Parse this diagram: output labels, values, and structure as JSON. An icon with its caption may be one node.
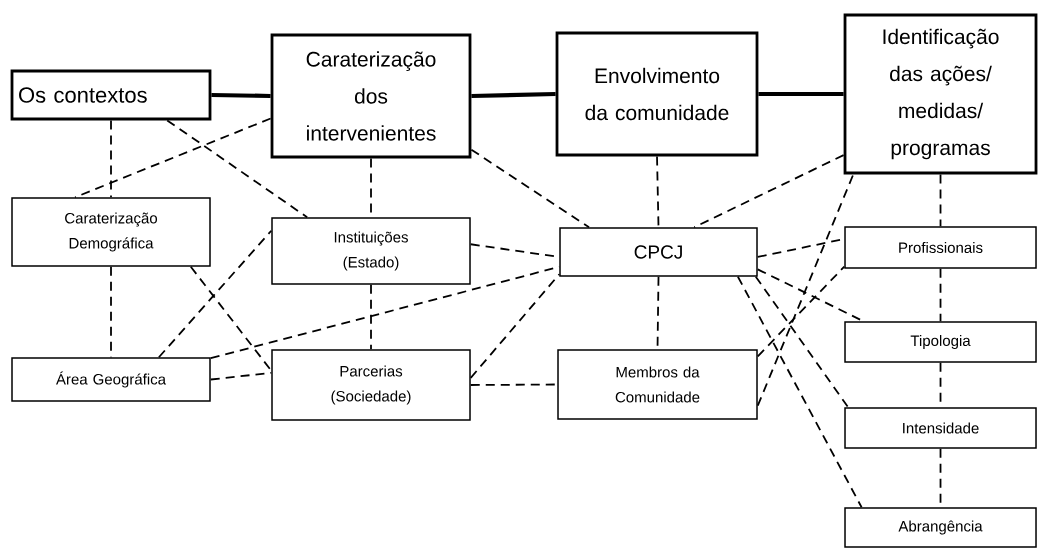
{
  "diagram": {
    "nodes": [
      {
        "text": [
          "Os contextos"
        ]
      },
      {
        "text": [
          "Caraterização dos intervenientes"
        ]
      },
      {
        "text": [
          "Envolvimento da comunidade"
        ]
      },
      {
        "text": [
          "Identificação das ações/ medidas/ programas"
        ]
      },
      {
        "text": [
          "Caraterização Demográfica"
        ]
      },
      {
        "text": [
          "Instituições (Estado)"
        ]
      },
      {
        "text": [
          "CPCJ"
        ]
      },
      {
        "text": [
          "Profissionais"
        ]
      },
      {
        "text": [
          "Área Geográfica"
        ]
      },
      {
        "text": [
          "Parcerias (Sociedade)"
        ]
      },
      {
        "text": [
          "Tipologia"
        ]
      },
      {
        "text": [
          "Membros da Comunidade"
        ]
      },
      {
        "text": [
          "Intensidade"
        ]
      },
      {
        "text": [
          "Abrangência"
        ]
      }
    ],
    "edges": [
      {
        "from": 0,
        "to": 1,
        "arrow": "none",
        "style": "thick"
      },
      {
        "from": 1,
        "to": 2,
        "arrow": "none",
        "style": "thick"
      },
      {
        "from": 2,
        "to": 3,
        "arrow": "none",
        "style": "thick"
      },
      {
        "from": 0,
        "to": 4,
        "arrow": "none",
        "style": "dashed"
      },
      {
        "from": 1,
        "to": 4,
        "arrow": "none",
        "style": "dashed"
      },
      {
        "from": 0,
        "to": 5,
        "arrow": "none",
        "style": "dashed"
      },
      {
        "from": 1,
        "to": 5,
        "arrow": "none",
        "style": "dashed"
      },
      {
        "from": 1,
        "to": 6,
        "arrow": "none",
        "style": "dashed"
      },
      {
        "from": 2,
        "to": 6,
        "arrow": "none",
        "style": "dashed"
      },
      {
        "from": 3,
        "to": 6,
        "arrow": "none",
        "style": "dashed"
      },
      {
        "from": 3,
        "to": 7,
        "arrow": "none",
        "style": "dashed"
      },
      {
        "from": 4,
        "to": 8,
        "arrow": "none",
        "style": "dashed"
      },
      {
        "from": 4,
        "to": 9,
        "arrow": "none",
        "style": "dashed"
      },
      {
        "from": 8,
        "to": 5,
        "arrow": "none",
        "style": "dashed"
      },
      {
        "from": 8,
        "to": 6,
        "arrow": "none",
        "style": "dashed"
      },
      {
        "from": 8,
        "to": 9,
        "arrow": "none",
        "style": "dashed"
      },
      {
        "from": 5,
        "to": 9,
        "arrow": "none",
        "style": "dashed"
      },
      {
        "from": 5,
        "to": 6,
        "arrow": "none",
        "style": "dashed"
      },
      {
        "from": 9,
        "to": 6,
        "arrow": "none",
        "style": "dashed"
      },
      {
        "from": 9,
        "to": 11,
        "arrow": "none",
        "style": "dashed"
      },
      {
        "from": 6,
        "to": 11,
        "arrow": "none",
        "style": "dashed"
      },
      {
        "from": 6,
        "to": 7,
        "arrow": "none",
        "style": "dashed"
      },
      {
        "from": 6,
        "to": 10,
        "arrow": "none",
        "style": "dashed"
      },
      {
        "from": 6,
        "to": 12,
        "arrow": "none",
        "style": "dashed"
      },
      {
        "from": 6,
        "to": 13,
        "arrow": "none",
        "style": "dashed"
      },
      {
        "from": 11,
        "to": 3,
        "arrow": "none",
        "style": "dashed"
      },
      {
        "from": 11,
        "to": 7,
        "arrow": "none",
        "style": "dashed"
      },
      {
        "from": 7,
        "to": 10,
        "arrow": "none",
        "style": "dashed"
      },
      {
        "from": 10,
        "to": 12,
        "arrow": "none",
        "style": "dashed"
      },
      {
        "from": 12,
        "to": 13,
        "arrow": "none",
        "style": "dashed"
      }
    ]
  }
}
